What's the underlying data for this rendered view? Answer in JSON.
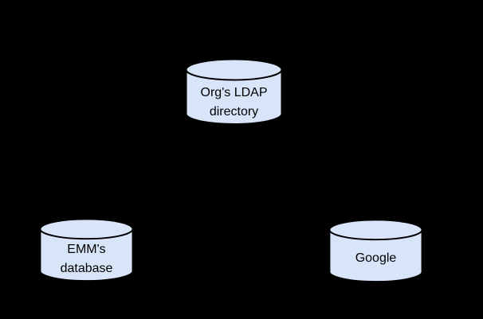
{
  "colors": {
    "background": "#000000",
    "cylinder_fill": "#d8e4f8",
    "cylinder_stroke": "#000000",
    "label_text": "#000000"
  },
  "nodes": {
    "ldap": {
      "line1": "Org's LDAP",
      "line2": "directory"
    },
    "emm": {
      "line1": "EMM's",
      "line2": "database"
    },
    "google": {
      "line1": "Google"
    }
  }
}
